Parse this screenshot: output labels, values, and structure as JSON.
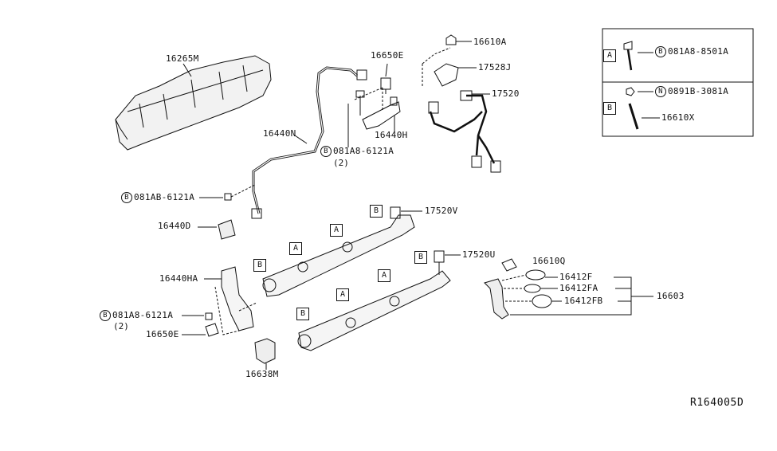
{
  "parts": {
    "p16265M": "16265M",
    "p16650E_top": "16650E",
    "p16610A": "16610A",
    "p17528J": "17528J",
    "p17520": "17520",
    "p16440N": "16440N",
    "p16440H": "16440H",
    "p16440D": "16440D",
    "p17520V": "17520V",
    "p17520U": "17520U",
    "p16610Q": "16610Q",
    "p16412F": "16412F",
    "p16412FA": "16412FA",
    "p16412FB": "16412FB",
    "p16603": "16603",
    "p16440HA": "16440HA",
    "p16650E_bot": "16650E",
    "p16638M": "16638M"
  },
  "bolts": {
    "top_code": "081A8-6121A",
    "top_qty": "(2)",
    "left_code": "081AB-6121A",
    "bot_code": "081A8-6121A",
    "bot_qty": "(2)",
    "prefix": "B"
  },
  "markers": {
    "a": "A",
    "b": "B"
  },
  "legend": {
    "a_key": "A",
    "a_prefix": "B",
    "a_code": "081A8-8501A",
    "b_key": "B",
    "n_prefix": "N",
    "n_code": "0891B-3081A",
    "b_part": "16610X"
  },
  "reference": "R164005D"
}
